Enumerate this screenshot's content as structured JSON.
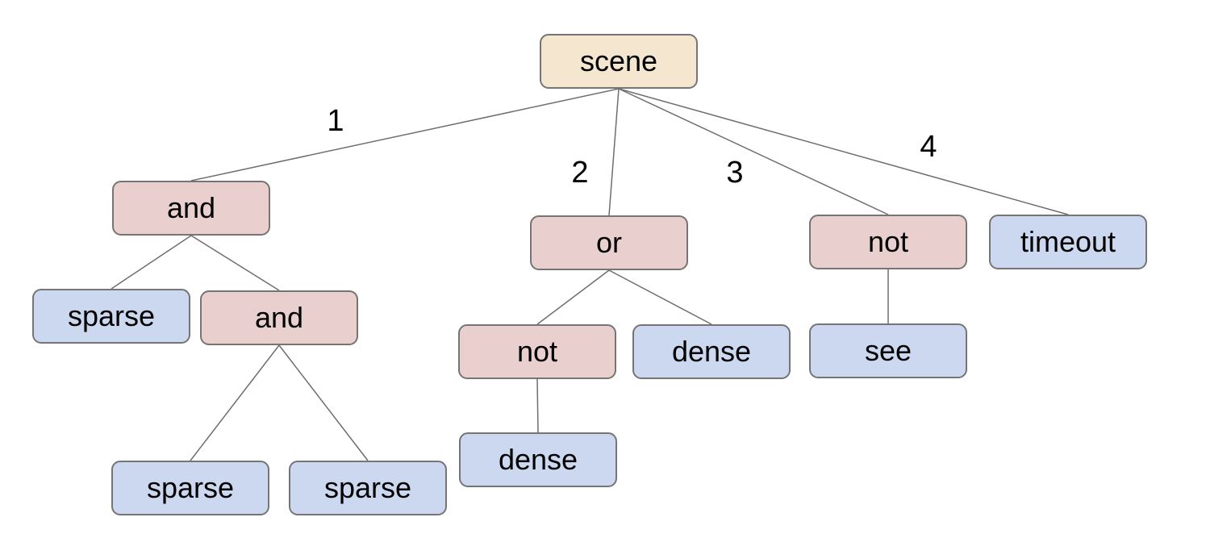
{
  "colors": {
    "root_fill": "#f4e6cf",
    "operator_fill": "#e9cfce",
    "leaf_fill": "#ccd8f0",
    "node_border": "#757575",
    "edge_line": "#6e6e6e",
    "text": "#000000",
    "background": "#ffffff"
  },
  "nodes": [
    {
      "id": "scene",
      "label": "scene",
      "type": "root"
    },
    {
      "id": "and1",
      "label": "and",
      "type": "operator"
    },
    {
      "id": "or1",
      "label": "or",
      "type": "operator"
    },
    {
      "id": "not1",
      "label": "not",
      "type": "operator"
    },
    {
      "id": "timeout",
      "label": "timeout",
      "type": "leaf"
    },
    {
      "id": "sparse1",
      "label": "sparse",
      "type": "leaf"
    },
    {
      "id": "and2",
      "label": "and",
      "type": "operator"
    },
    {
      "id": "not2",
      "label": "not",
      "type": "operator"
    },
    {
      "id": "dense1",
      "label": "dense",
      "type": "leaf"
    },
    {
      "id": "see",
      "label": "see",
      "type": "leaf"
    },
    {
      "id": "sparse2",
      "label": "sparse",
      "type": "leaf"
    },
    {
      "id": "sparse3",
      "label": "sparse",
      "type": "leaf"
    },
    {
      "id": "dense2",
      "label": "dense",
      "type": "leaf"
    }
  ],
  "edges": [
    {
      "from": "scene",
      "to": "and1",
      "label": "1"
    },
    {
      "from": "scene",
      "to": "or1",
      "label": "2"
    },
    {
      "from": "scene",
      "to": "not1",
      "label": "3"
    },
    {
      "from": "scene",
      "to": "timeout",
      "label": "4"
    },
    {
      "from": "and1",
      "to": "sparse1",
      "label": ""
    },
    {
      "from": "and1",
      "to": "and2",
      "label": ""
    },
    {
      "from": "and2",
      "to": "sparse2",
      "label": ""
    },
    {
      "from": "and2",
      "to": "sparse3",
      "label": ""
    },
    {
      "from": "or1",
      "to": "not2",
      "label": ""
    },
    {
      "from": "or1",
      "to": "dense1",
      "label": ""
    },
    {
      "from": "not2",
      "to": "dense2",
      "label": ""
    },
    {
      "from": "not1",
      "to": "see",
      "label": ""
    }
  ]
}
